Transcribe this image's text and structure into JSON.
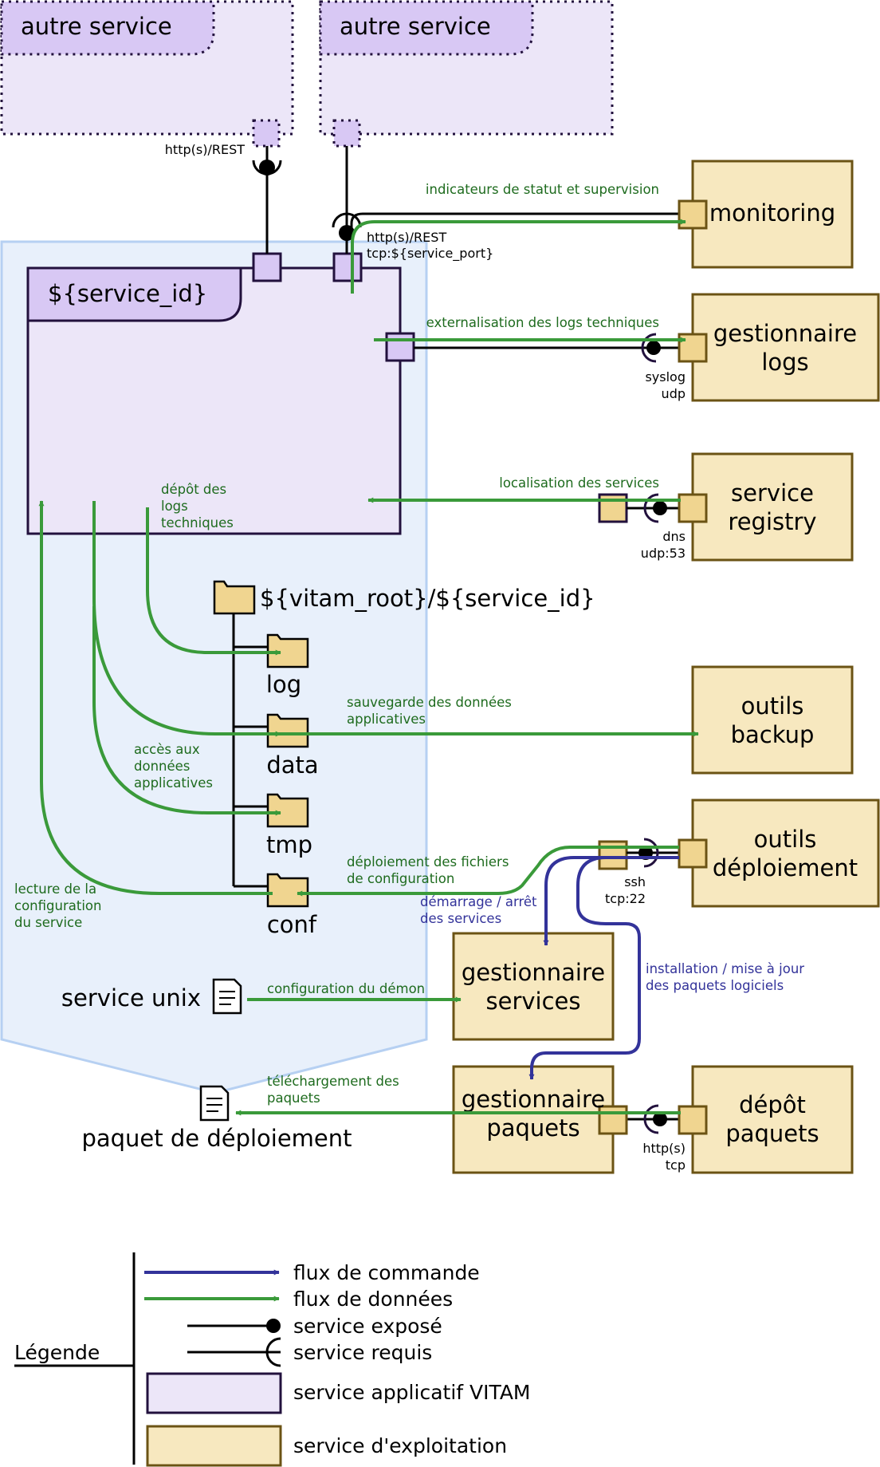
{
  "colors": {
    "vitam_fill": "#ece6f8",
    "vitam_tab": "#d8c8f4",
    "vitam_stroke": "#22113d",
    "ops_fill": "#f7e8bf",
    "ops_port": "#f0d590",
    "ops_stroke": "#6b5314",
    "zone_fill": "#e8f0fb",
    "zone_stroke": "#b6d0f2",
    "data_flow": "#3a9a3a",
    "command_flow": "#33339a"
  },
  "services": {
    "other_left": "autre service",
    "other_right": "autre service",
    "main": "${service_id}"
  },
  "ops_boxes": {
    "monitoring": "monitoring",
    "logs": [
      "gestionnaire",
      "logs"
    ],
    "registry": [
      "service",
      "registry"
    ],
    "backup": [
      "outils",
      "backup"
    ],
    "deploy": [
      "outils",
      "déploiement"
    ],
    "services_mgr": [
      "gestionnaire",
      "services"
    ],
    "packages_mgr": [
      "gestionnaire",
      "paquets"
    ],
    "packages_repo": [
      "dépôt",
      "paquets"
    ]
  },
  "ports": {
    "rest_left": "http(s)/REST",
    "rest_right": [
      "http(s)/REST",
      "tcp:${service_port}"
    ],
    "syslog": [
      "syslog",
      "udp"
    ],
    "dns": [
      "dns",
      "udp:53"
    ],
    "ssh": [
      "ssh",
      "tcp:22"
    ],
    "http_tcp": [
      "http(s)",
      "tcp"
    ]
  },
  "flows": {
    "monitoring": "indicateurs de statut et supervision",
    "logs": "externalisation des logs techniques",
    "registry": "localisation des services",
    "log_deposit": [
      "dépôt des",
      "logs",
      "techniques"
    ],
    "backup": [
      "sauvegarde des données",
      "applicatives"
    ],
    "data_access": [
      "accès aux",
      "données",
      "applicatives"
    ],
    "config_deploy": [
      "déploiement des fichiers",
      "de configuration"
    ],
    "config_read": [
      "lecture de la",
      "configuration",
      "du service"
    ],
    "start_stop": [
      "démarrage / arrêt",
      "des services"
    ],
    "install": [
      "installation / mise à jour",
      "des paquets logiciels"
    ],
    "daemon_config": "configuration du démon",
    "package_download": [
      "téléchargement des",
      "paquets"
    ]
  },
  "filesystem": {
    "root": "${vitam_root}/${service_id}",
    "folders": [
      "log",
      "data",
      "tmp",
      "conf"
    ]
  },
  "unix_service": "service unix",
  "package": "paquet de déploiement",
  "legend": {
    "title": "Légende",
    "items": [
      "flux de commande",
      "flux de données",
      "service exposé",
      "service requis",
      "service applicatif VITAM",
      "service d'exploitation"
    ]
  }
}
